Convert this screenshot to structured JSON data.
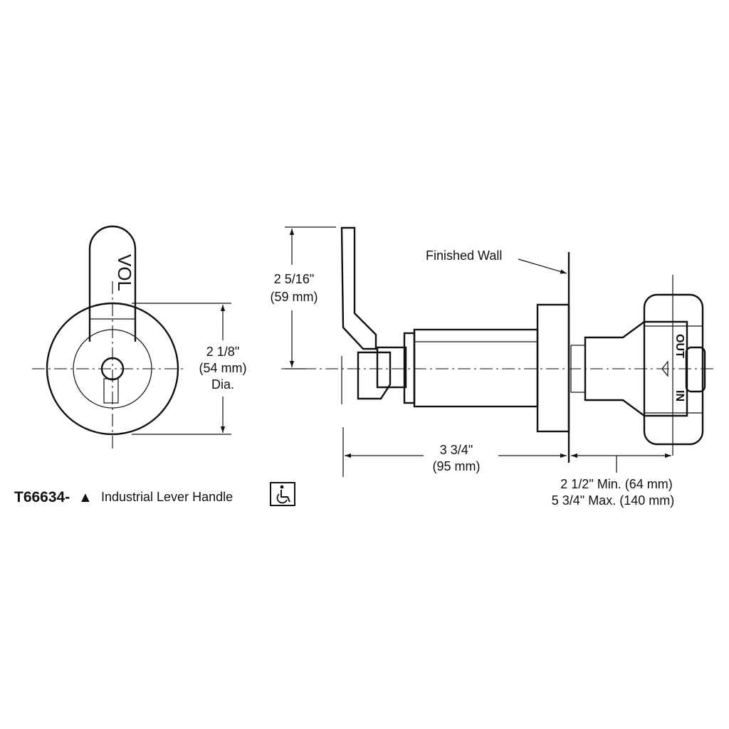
{
  "handle_front": {
    "lever_text": "VOL"
  },
  "dims": {
    "diameter": {
      "l1": "2  1/8\"",
      "l2": "(54 mm)",
      "l3": "Dia."
    },
    "height": {
      "l1": "2 5/16\"",
      "l2": "(59 mm)"
    },
    "depth": {
      "l1": "3 3/4\"",
      "l2": "(95 mm)"
    },
    "rough": {
      "l1": "2 1/2\" Min. (64 mm)",
      "l2": "5 3/4\" Max. (140 mm)"
    }
  },
  "labels": {
    "finished_wall": "Finished Wall",
    "valve_out": "OUT",
    "valve_in": "IN"
  },
  "part": {
    "number": "T66634-",
    "marker": "▲",
    "name": "Industrial Lever Handle",
    "accessibility_icon": "wheelchair-icon"
  }
}
